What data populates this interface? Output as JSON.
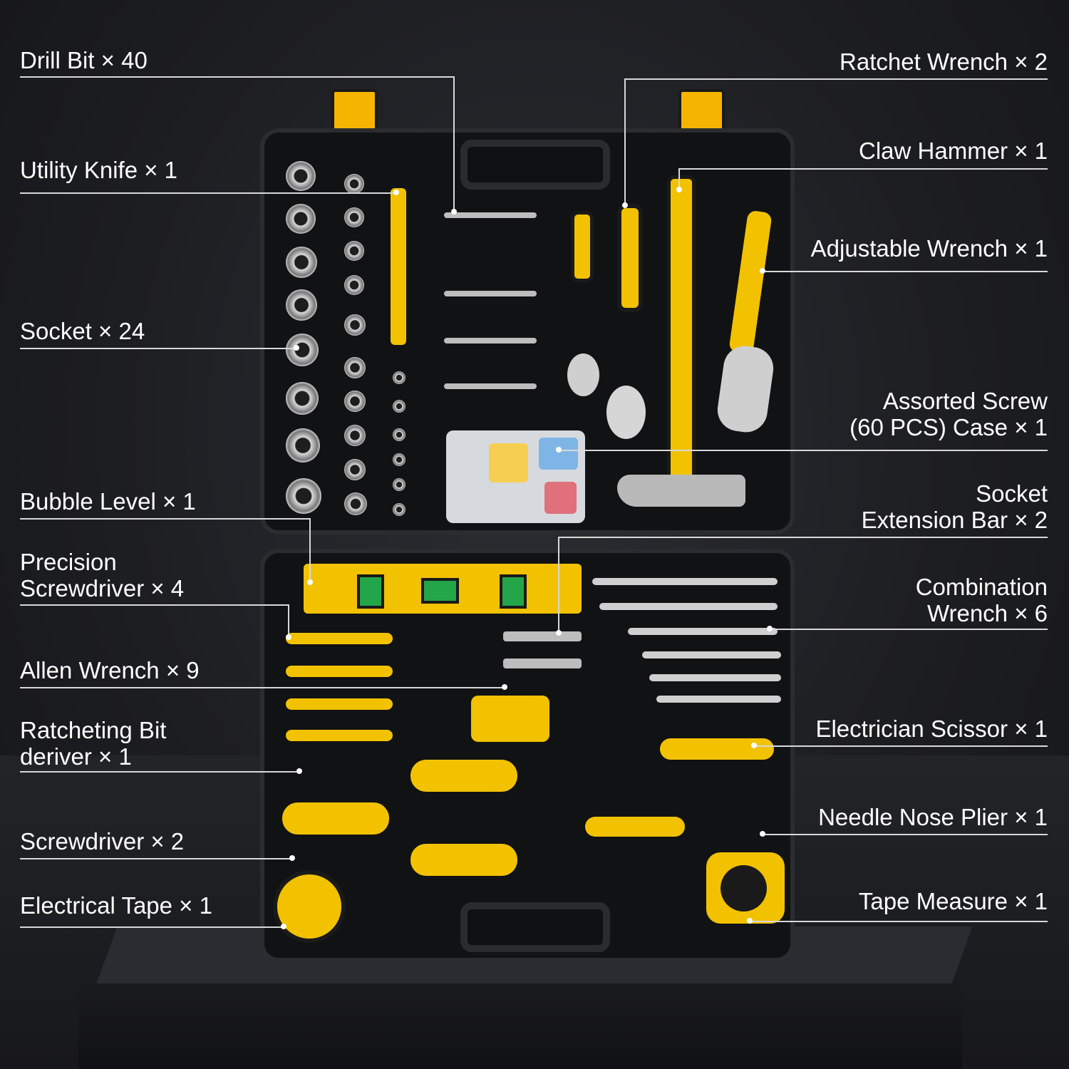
{
  "left_labels": [
    {
      "text": "Drill Bit × 40"
    },
    {
      "text": "Utility Knife × 1"
    },
    {
      "text": "Socket × 24"
    },
    {
      "text": "Bubble Level × 1"
    },
    {
      "text": "Precision\nScrewdriver × 4"
    },
    {
      "text": "Allen Wrench × 9"
    },
    {
      "text": "Ratcheting Bit\nderiver × 1"
    },
    {
      "text": "Screwdriver × 2"
    },
    {
      "text": "Electrical Tape × 1"
    }
  ],
  "right_labels": [
    {
      "text": "Ratchet Wrench × 2"
    },
    {
      "text": "Claw Hammer × 1"
    },
    {
      "text": "Adjustable Wrench × 1"
    },
    {
      "text": "Assorted Screw\n(60 PCS) Case × 1"
    },
    {
      "text": "Socket\nExtension Bar × 2"
    },
    {
      "text": "Combination\nWrench × 6"
    },
    {
      "text": "Electrician Scissor × 1"
    },
    {
      "text": "Needle Nose Plier × 1"
    },
    {
      "text": "Tape Measure × 1"
    }
  ],
  "colors": {
    "accent": "#f2c200",
    "case": "#111214",
    "background": "#1c1d21"
  }
}
